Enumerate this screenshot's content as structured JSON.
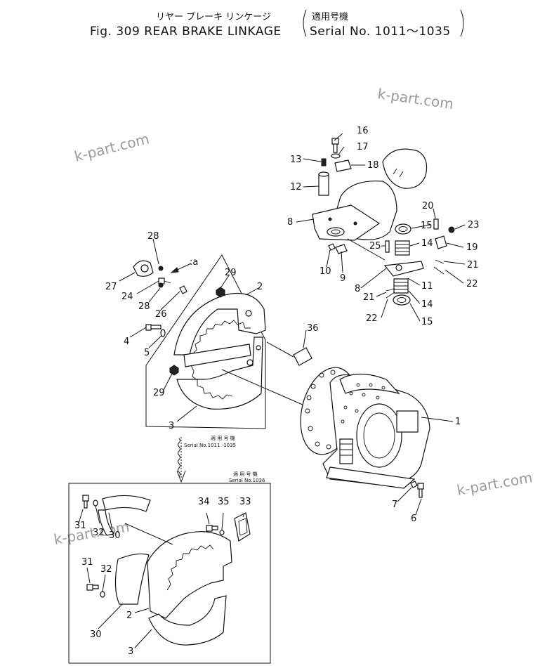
{
  "title": {
    "jp_name": "リヤー ブレーキ リンケージ",
    "jp_serial": "適用号機",
    "main": "Fig. 309  REAR  BRAKE  LINKAGE",
    "serial": "Serial  No.  1011～1035"
  },
  "watermarks": [
    "k-part.com",
    "k-part.com",
    "k-part.com",
    "k-part.com"
  ],
  "notes": {
    "upper_serial_jp": "適 用 号 機",
    "upper_serial": "Serial No.1011 -1035",
    "lower_serial_jp": "適 用 号 機",
    "lower_serial": "Serial No.1036"
  },
  "arrow_label": ":a",
  "part_numbers": {
    "p16": "16",
    "p17": "17",
    "p13": "13",
    "p18": "18",
    "p12": "12",
    "p8a": "8",
    "p20": "20",
    "p15a": "15",
    "p23": "23",
    "p25": "25",
    "p14a": "14",
    "p19": "19",
    "p10": "10",
    "p9": "9",
    "p21a": "21",
    "p8b": "8",
    "p11": "11",
    "p22a": "22",
    "p21b": "21",
    "p14b": "14",
    "p22b": "22",
    "p15b": "15",
    "p28a": "28",
    "p27": "27",
    "p24": "24",
    "p28b": "28",
    "p26": "26",
    "p29a": "29",
    "p2a": "2",
    "p4": "4",
    "p5": "5",
    "p29b": "29",
    "p3a": "3",
    "p36": "36",
    "p1": "1",
    "p7": "7",
    "p6": "6",
    "p31a": "31",
    "p32a": "32",
    "p30a": "30",
    "p34": "34",
    "p35": "35",
    "p33": "33",
    "p31b": "31",
    "p32b": "32",
    "p30b": "30",
    "p2b": "2",
    "p3b": "3"
  }
}
